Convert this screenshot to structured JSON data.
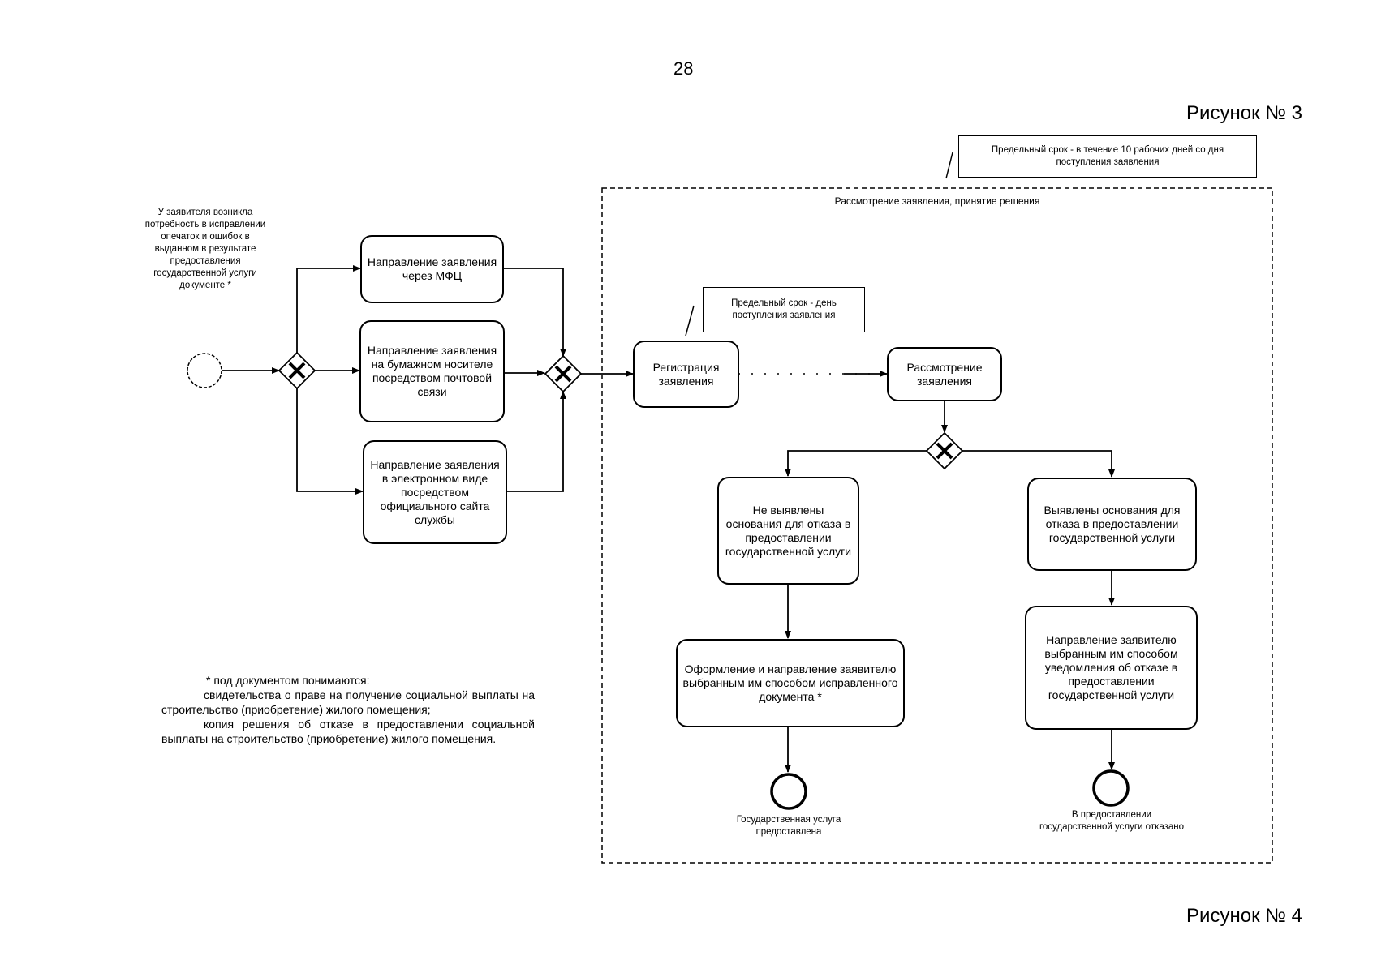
{
  "page": {
    "number": "28"
  },
  "figures": {
    "top_label": "Рисунок № 3",
    "bottom_label": "Рисунок № 4"
  },
  "start_event": {
    "label": "У заявителя возникла потребность в исправлении опечаток и ошибок в выданном в результате предоставления государственной услуги документе *"
  },
  "channels": {
    "mfc": "Направление заявления через МФЦ",
    "post": "Направление заявления на бумажном носителе посредством почтовой связи",
    "online": "Направление заявления в электронном виде посредством официального сайта службы"
  },
  "pool": {
    "title": "Рассмотрение заявления, принятие решения",
    "deadline_note": "Предельный срок - в течение 10 рабочих дней со дня поступления заявления"
  },
  "registration": {
    "label": "Регистрация заявления",
    "deadline_note": "Предельный срок - день поступления заявления"
  },
  "review": {
    "label": "Рассмотрение заявления"
  },
  "branch_no_grounds": {
    "label": "Не выявлены основания для отказа в предоставлении государственной услуги",
    "action": "Оформление и направление заявителю выбранным им способом исправленного документа *",
    "end": "Государственная услуга предоставлена"
  },
  "branch_grounds": {
    "label": "Выявлены основания для отказа в предоставлении государственной услуги",
    "action": "Направление заявителю выбранным им способом уведомления об отказе в предоставлении государственной услуги",
    "end": "В предоставлении государственной услуги отказано"
  },
  "footnote": {
    "head": "* под документом понимаются:",
    "item1": "свидетельства о праве на получение социальной выплаты на строительство (приобретение) жилого помещения;",
    "item2": "копия решения об отказе в предоставлении социальной выплаты на строительство (приобретение) жилого помещения."
  }
}
